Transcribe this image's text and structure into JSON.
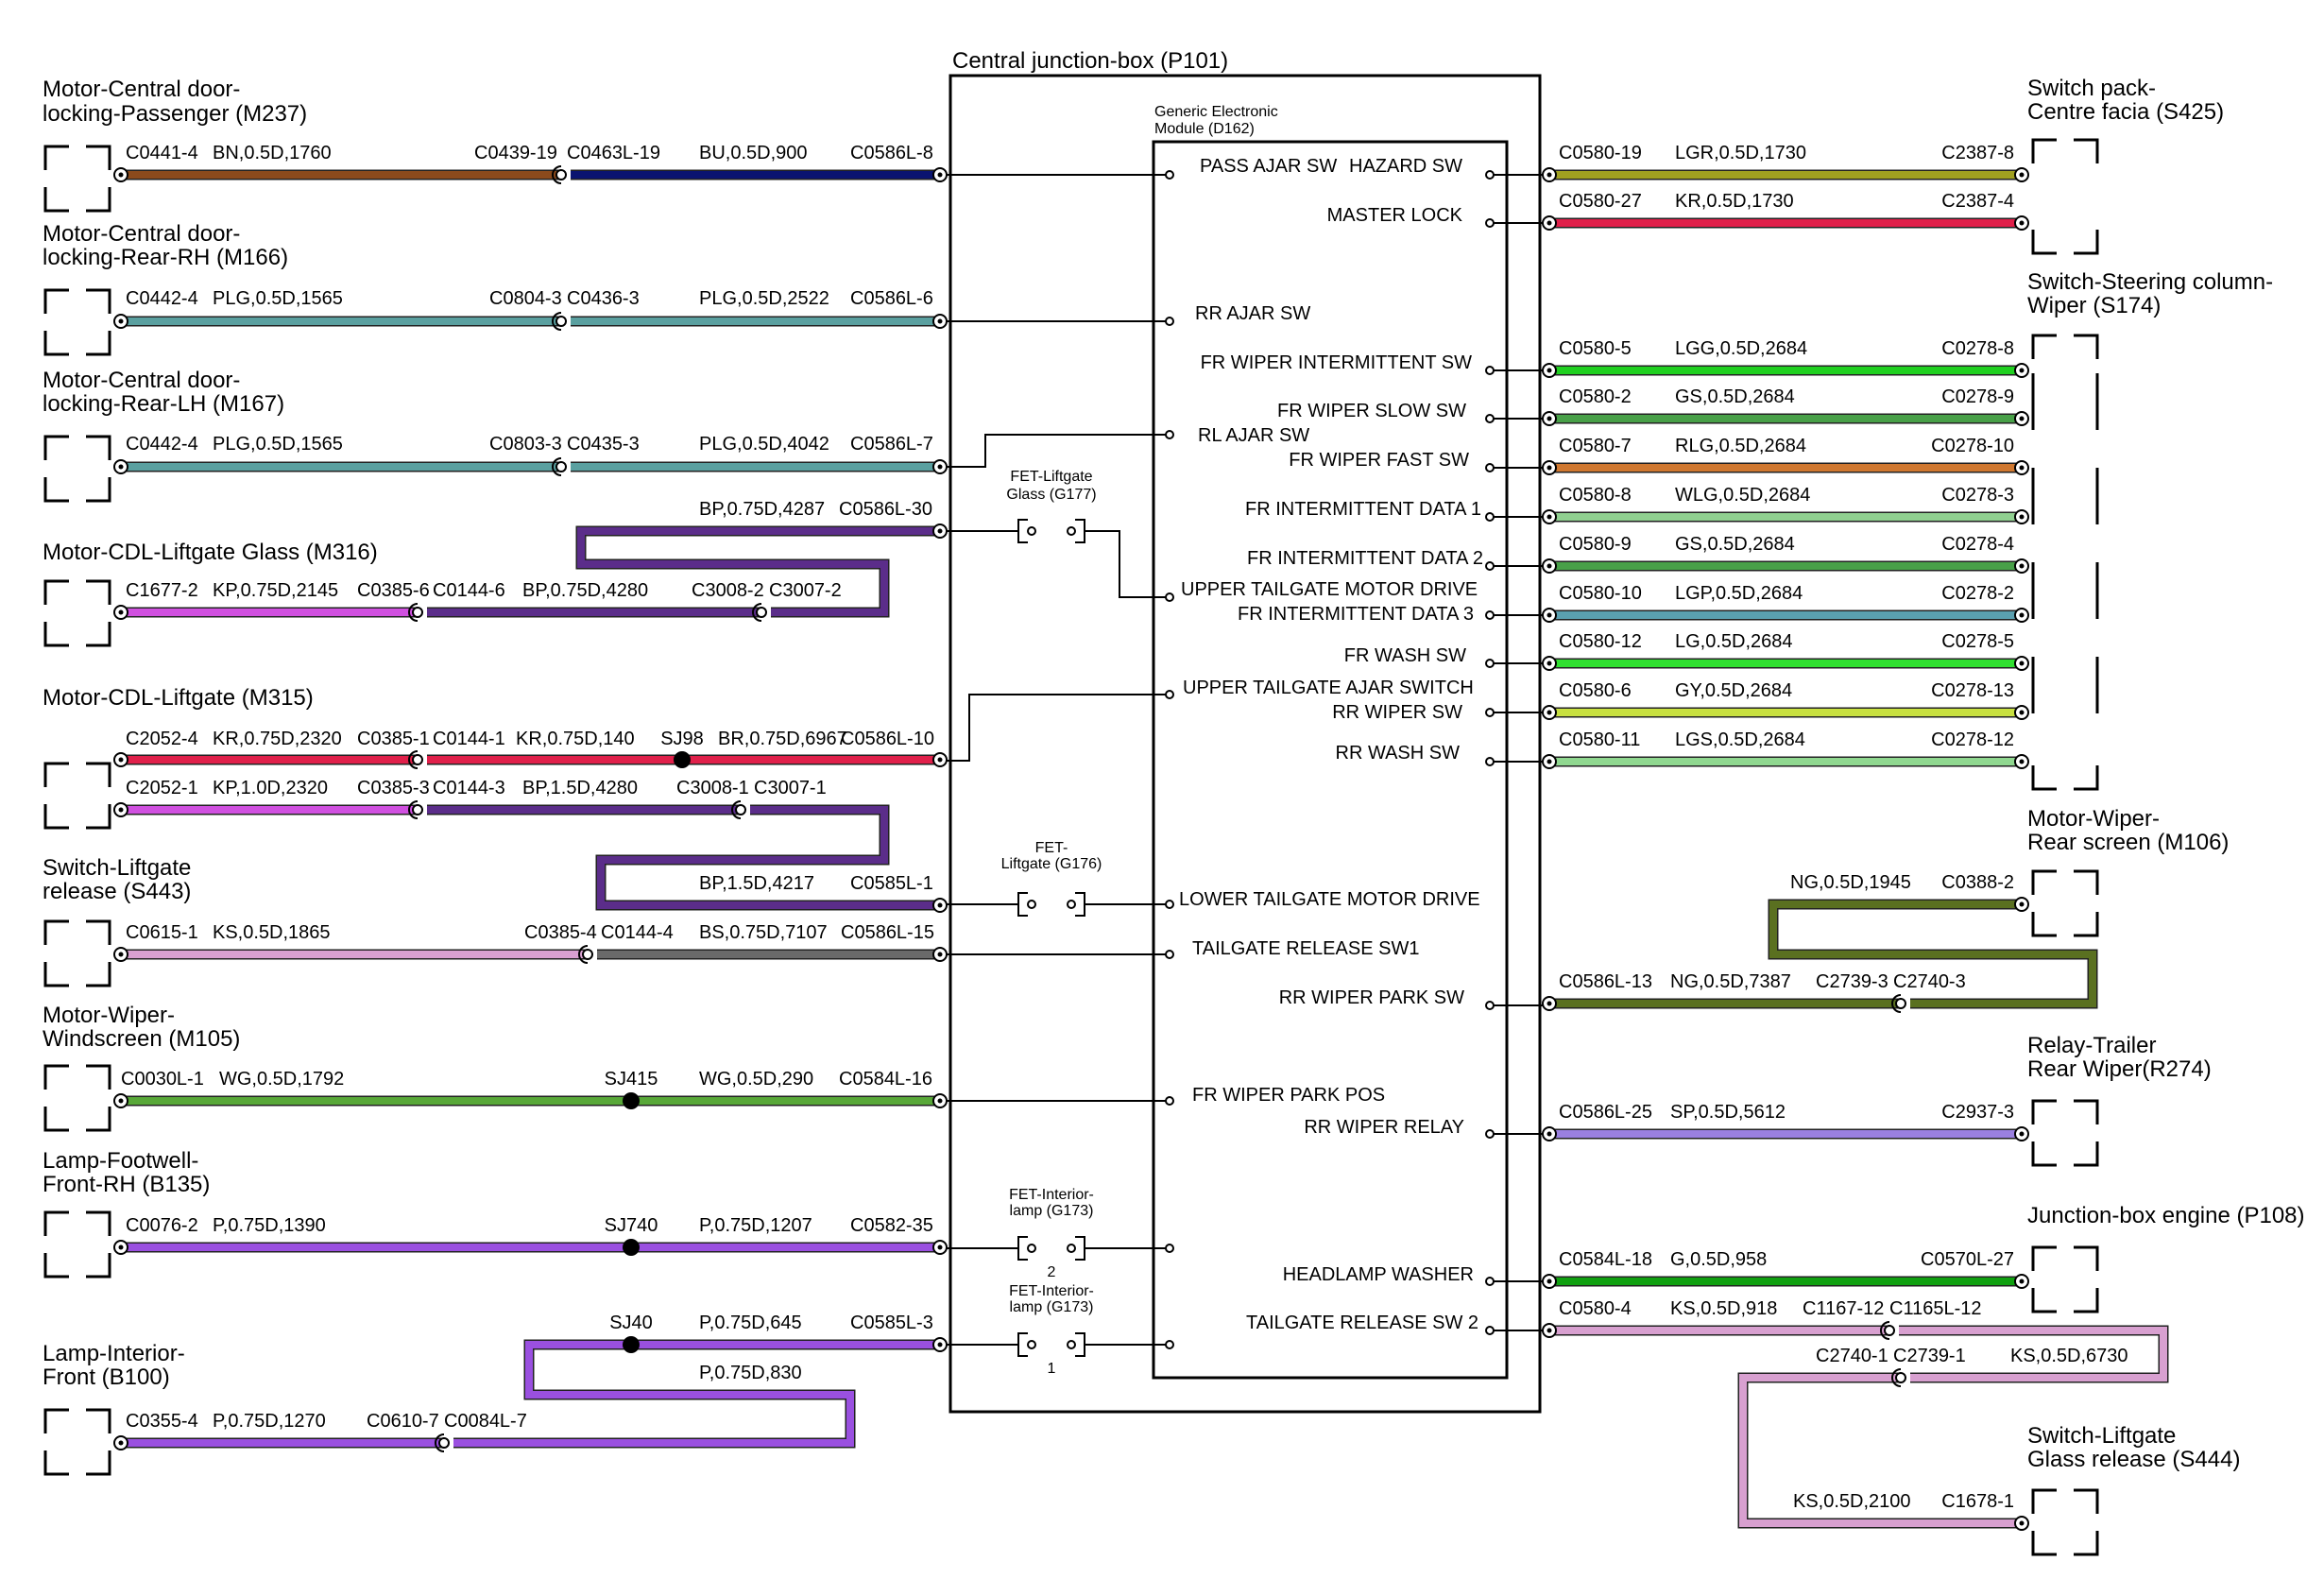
{
  "junction_box": {
    "title": "Central junction-box (P101)"
  },
  "gem": {
    "title_line1": "Generic Electronic",
    "title_line2": "Module (D162)"
  },
  "fets": [
    {
      "line1": "FET-Liftgate",
      "line2": "Glass (G177)"
    },
    {
      "line1": "FET-",
      "line2": "Liftgate (G176)"
    },
    {
      "line1": "FET-Interior-",
      "line2": "lamp (G173)",
      "pin": "2"
    },
    {
      "line1": "FET-Interior-",
      "line2": "lamp (G173)",
      "pin": "1"
    }
  ],
  "colors": {
    "BN": "#8b4a1c",
    "BU": "#0a1470",
    "PLG": "#5aa0a0",
    "BP": "#5b2d8a",
    "KP": "#d050e0",
    "KR": "#e0204a",
    "KS": "#d8a0d0",
    "BS": "#6a6a6a",
    "WG": "#58a838",
    "P": "#9a50e0",
    "G": "#10a010",
    "SP": "#9a80e0",
    "NG": "#5a7020",
    "LGR": "#a0a020",
    "LGG": "#20d020",
    "GS": "#48a048",
    "RLG": "#d07830",
    "WLG": "#90d090",
    "LGP": "#5aa0b0",
    "LG": "#30e030",
    "GY": "#c8e040",
    "LGS": "#90d890"
  },
  "left_components": [
    {
      "line1": "Motor-Central door-",
      "line2": "locking-Passenger (M237)"
    },
    {
      "line1": "Motor-Central door-",
      "line2": "locking-Rear-RH (M166)"
    },
    {
      "line1": "Motor-Central door-",
      "line2": "locking-Rear-LH (M167)"
    },
    {
      "line1": "Motor-CDL-Liftgate Glass (M316)",
      "line2": ""
    },
    {
      "line1": "Motor-CDL-Liftgate (M315)",
      "line2": ""
    },
    {
      "line1": "Switch-Liftgate",
      "line2": "release (S443)"
    },
    {
      "line1": "Motor-Wiper-",
      "line2": "Windscreen (M105)"
    },
    {
      "line1": "Lamp-Footwell-",
      "line2": "Front-RH (B135)"
    },
    {
      "line1": "Lamp-Interior-",
      "line2": "Front (B100)"
    }
  ],
  "right_components": [
    {
      "line1": "Switch pack-",
      "line2": "Centre facia (S425)"
    },
    {
      "line1": "Switch-Steering column-",
      "line2": "Wiper (S174)"
    },
    {
      "line1": "Motor-Wiper-",
      "line2": "Rear screen (M106)"
    },
    {
      "line1": "Relay-Trailer",
      "line2": "Rear Wiper(R274)"
    },
    {
      "line1": "Junction-box engine (P108)",
      "line2": ""
    },
    {
      "line1": "Switch-Liftgate",
      "line2": "Glass release (S444)"
    }
  ],
  "gem_pins": [
    "PASS AJAR SW",
    "HAZARD SW",
    "MASTER LOCK",
    "RR AJAR SW",
    "FR WIPER INTERMITTENT SW",
    "FR WIPER SLOW SW",
    "RL AJAR SW",
    "FR WIPER FAST SW",
    "FR INTERMITTENT DATA 1",
    "FR INTERMITTENT DATA 2",
    "UPPER TAILGATE MOTOR DRIVE",
    "FR INTERMITTENT DATA 3",
    "FR WASH SW",
    "UPPER TAILGATE AJAR SWITCH",
    "RR WIPER SW",
    "RR WASH SW",
    "LOWER TAILGATE MOTOR DRIVE",
    "TAILGATE RELEASE SW1",
    "RR WIPER PARK SW",
    "FR WIPER PARK POS",
    "RR WIPER RELAY",
    "HEADLAMP WASHER",
    "TAILGATE RELEASE SW 2"
  ],
  "wire_labels": [
    "C0441-4",
    "BN,0.5D,1760",
    "C0439-19",
    "C0463L-19",
    "BU,0.5D,900",
    "C0586L-8",
    "C0442-4",
    "PLG,0.5D,1565",
    "C0804-3",
    "C0436-3",
    "PLG,0.5D,2522",
    "C0586L-6",
    "C0442-4",
    "PLG,0.5D,1565",
    "C0803-3",
    "C0435-3",
    "PLG,0.5D,4042",
    "C0586L-7",
    "BP,0.75D,4287",
    "C0586L-30",
    "C1677-2",
    "KP,0.75D,2145",
    "C0385-6",
    "C0144-6",
    "BP,0.75D,4280",
    "C3008-2",
    "C3007-2",
    "C2052-4",
    "KR,0.75D,2320",
    "C0385-1",
    "C0144-1",
    "KR,0.75D,140",
    "SJ98",
    "BR,0.75D,6967",
    "C0586L-10",
    "C2052-1",
    "KP,1.0D,2320",
    "C0385-3",
    "C0144-3",
    "BP,1.5D,4280",
    "C3008-1",
    "C3007-1",
    "BP,1.5D,4217",
    "C0585L-1",
    "C0615-1",
    "KS,0.5D,1865",
    "C0385-4",
    "C0144-4",
    "BS,0.75D,7107",
    "C0586L-15",
    "C0030L-1",
    "WG,0.5D,1792",
    "SJ415",
    "WG,0.5D,290",
    "C0584L-16",
    "C0076-2",
    "P,0.75D,1390",
    "SJ740",
    "P,0.75D,1207",
    "C0582-35",
    "SJ40",
    "P,0.75D,645",
    "C0585L-3",
    "P,0.75D,830",
    "C0355-4",
    "P,0.75D,1270",
    "C0610-7",
    "C0084L-7",
    "C0580-19",
    "LGR,0.5D,1730",
    "C2387-8",
    "C0580-27",
    "KR,0.5D,1730",
    "C2387-4",
    "C0580-5",
    "LGG,0.5D,2684",
    "C0278-8",
    "C0580-2",
    "GS,0.5D,2684",
    "C0278-9",
    "C0580-7",
    "RLG,0.5D,2684",
    "C0278-10",
    "C0580-8",
    "WLG,0.5D,2684",
    "C0278-3",
    "C0580-9",
    "GS,0.5D,2684",
    "C0278-4",
    "C0580-10",
    "LGP,0.5D,2684",
    "C0278-2",
    "C0580-12",
    "LG,0.5D,2684",
    "C0278-5",
    "C0580-6",
    "GY,0.5D,2684",
    "C0278-13",
    "C0580-11",
    "LGS,0.5D,2684",
    "C0278-12",
    "NG,0.5D,1945",
    "C0388-2",
    "C0586L-13",
    "NG,0.5D,7387",
    "C2739-3",
    "C2740-3",
    "C0586L-25",
    "SP,0.5D,5612",
    "C2937-3",
    "C0584L-18",
    "G,0.5D,958",
    "C0570L-27",
    "C0580-4",
    "KS,0.5D,918",
    "C1167-12",
    "C1165L-12",
    "C2740-1",
    "C2739-1",
    "KS,0.5D,6730",
    "KS,0.5D,2100",
    "C1678-1"
  ]
}
